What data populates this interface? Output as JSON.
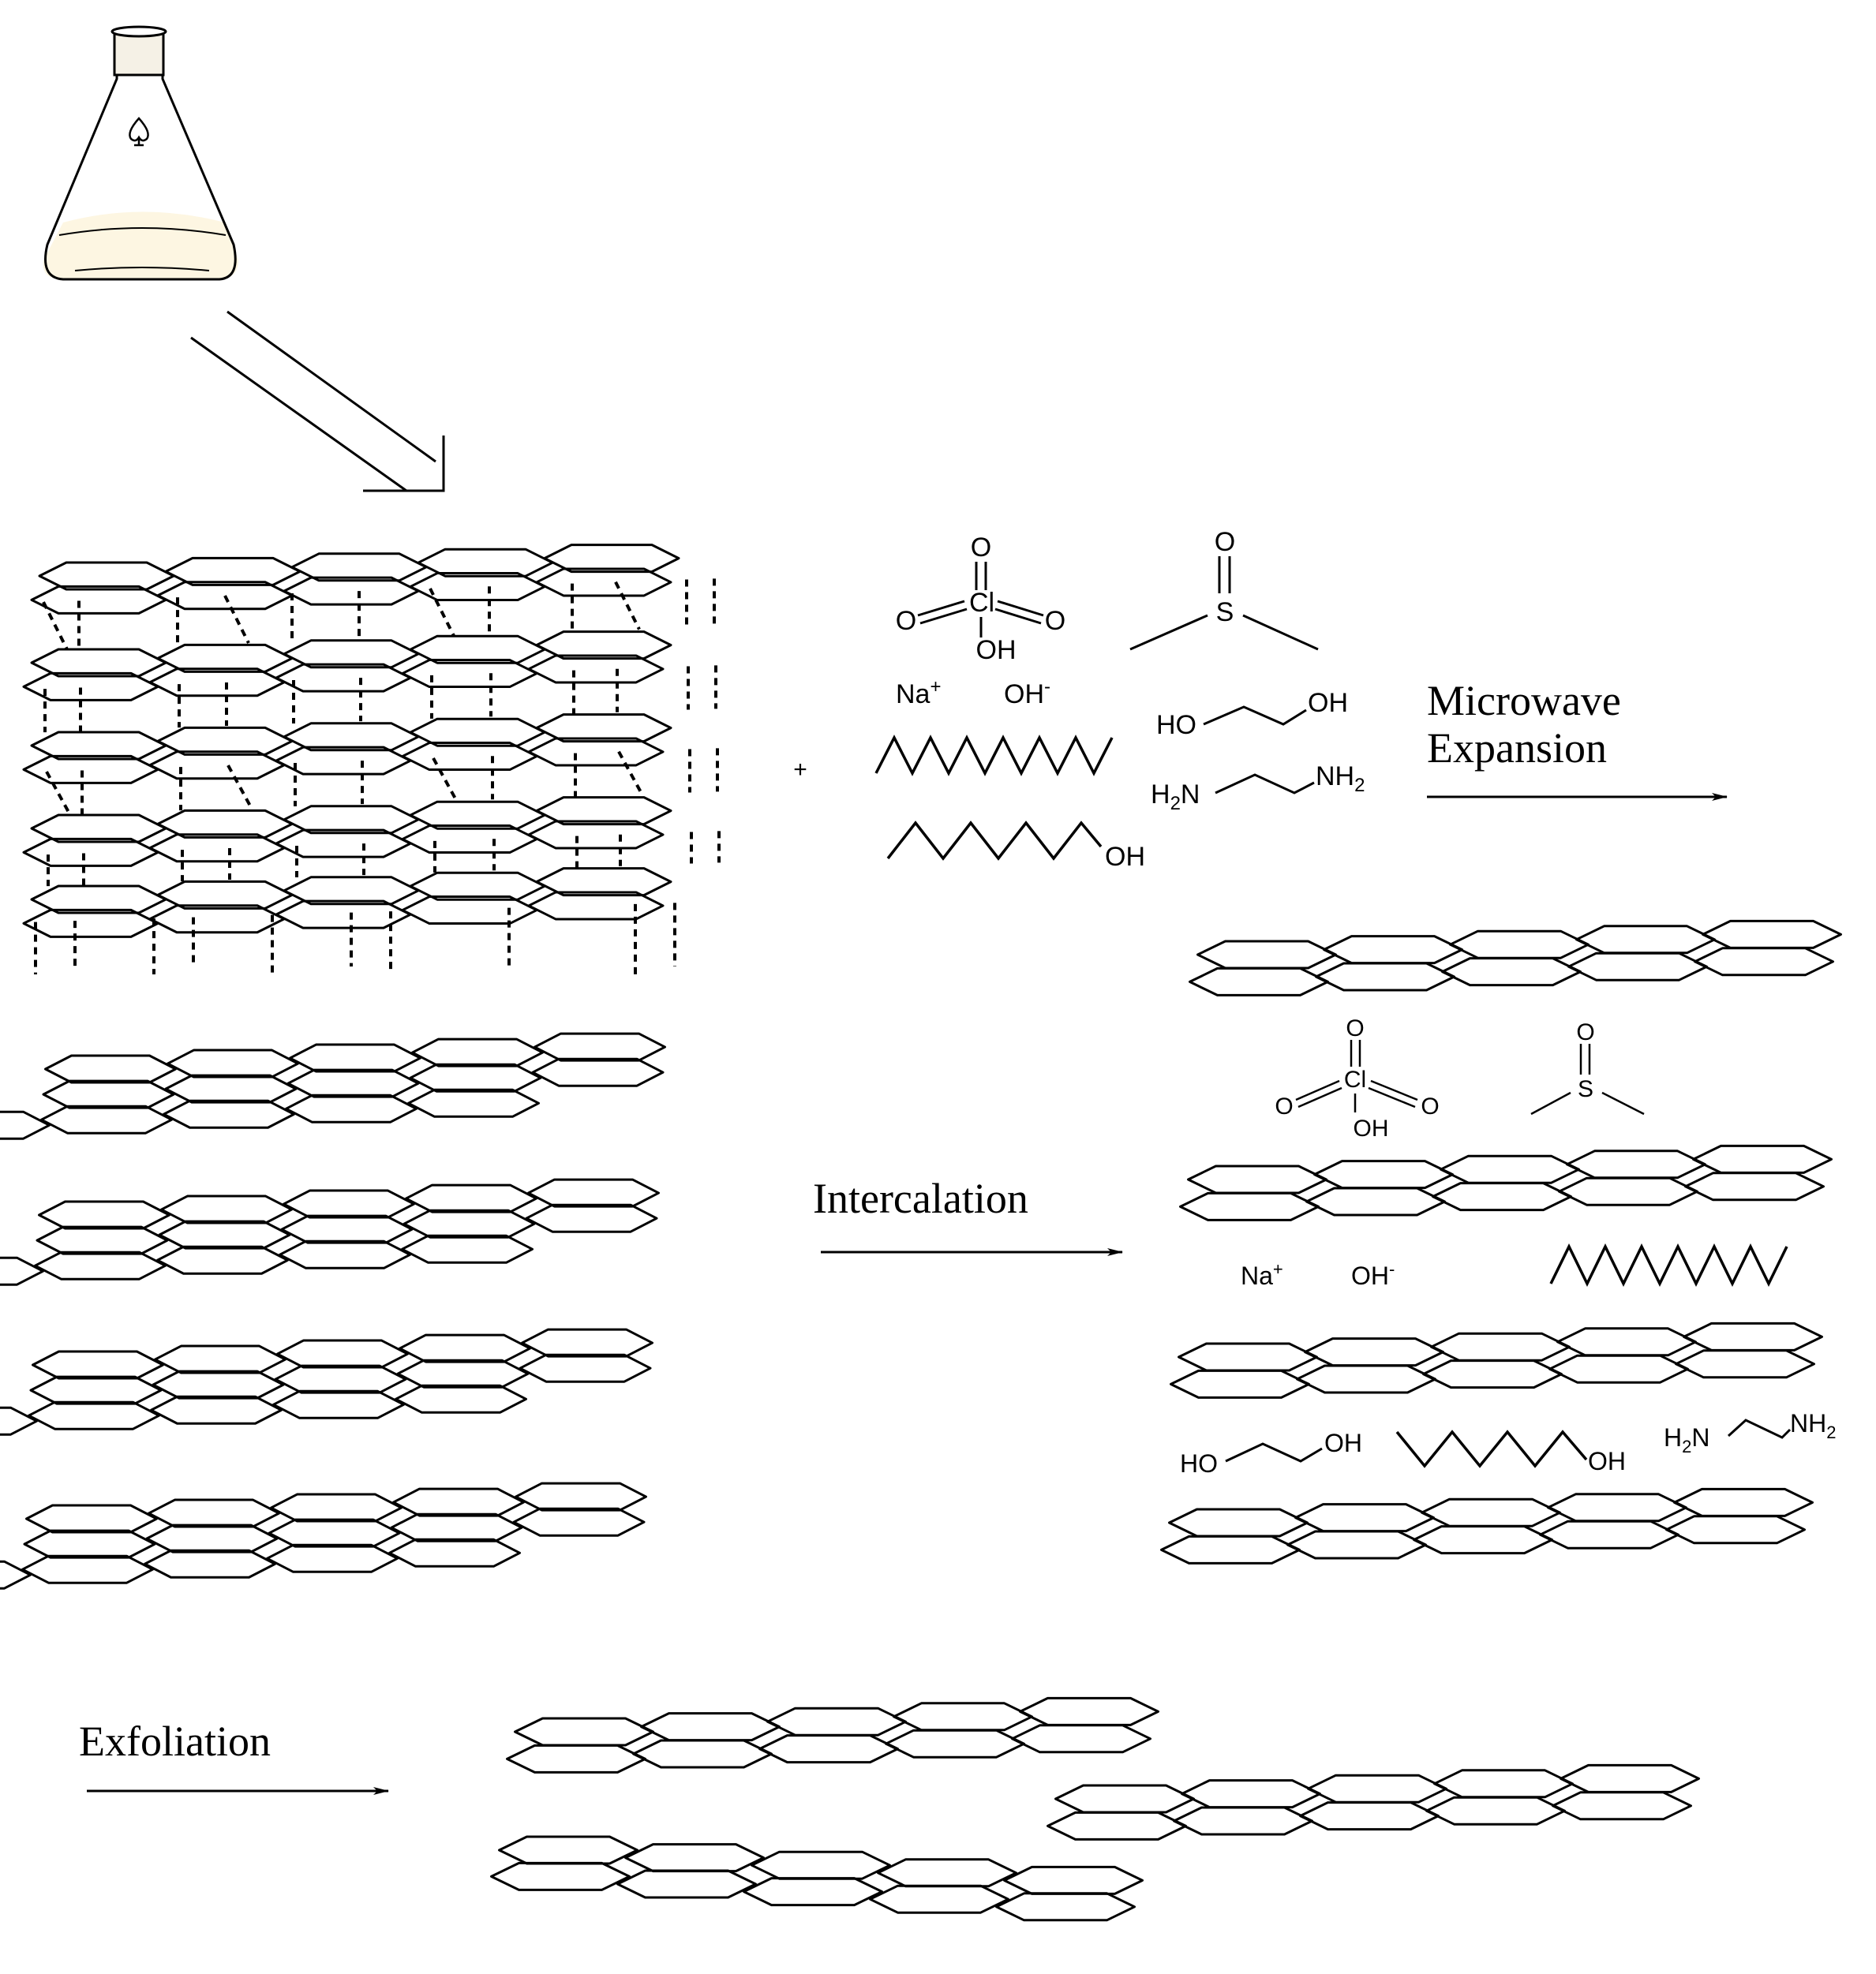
{
  "process_steps": {
    "microwave": [
      "Microwave",
      "Expansion"
    ],
    "intercalation": "Intercalation",
    "exfoliation": "Exfoliation"
  },
  "plus_sign": "+",
  "chemistry": {
    "perchloric_acid": {
      "top_o": "O",
      "left_o": "O",
      "right_o": "O",
      "center": "Cl",
      "hydroxyl": "OH"
    },
    "dmso": {
      "oxygen": "O",
      "sulfur": "S"
    },
    "sodium_ion": "Na",
    "sodium_charge": "+",
    "hydroxide": "OH",
    "hydroxide_charge": "-",
    "ethylene_glycol": {
      "left": "HO",
      "right": "OH"
    },
    "ethylenediamine": {
      "left": "H",
      "left_sub": "2",
      "left_n": "N",
      "right": "NH",
      "right_sub": "2"
    },
    "octanol": {
      "end": "OH"
    }
  },
  "colors": {
    "ink": "#000000",
    "background": "#ffffff",
    "flask_liquid": "#fdf6e2",
    "flask_glass": "#ffffff",
    "stopper": "#f5f1e6"
  }
}
